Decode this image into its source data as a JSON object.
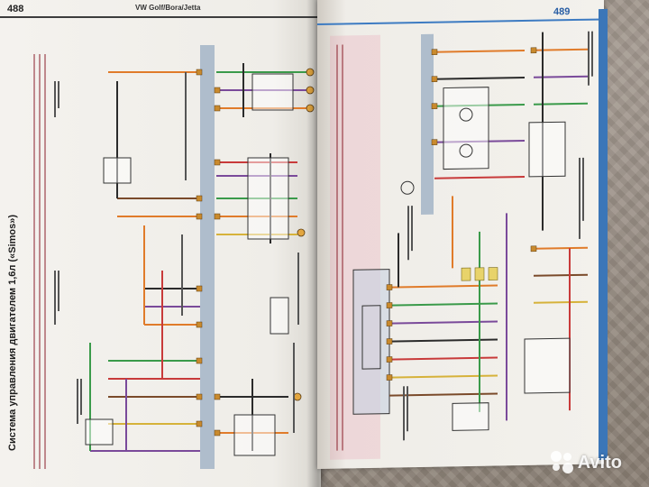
{
  "left_page": {
    "page_number": "488",
    "running_head": "VW Golf/Bora/Jetta",
    "title": "Система управления двигателем 1,6л («Simos»)"
  },
  "right_page": {
    "page_number": "489"
  },
  "watermark": {
    "brand": "Avito"
  },
  "colors": {
    "head_rule_left": "#3d3d3d",
    "head_rule_right": "#3d7bc2",
    "bus": "#9fb0c4",
    "wire_orange": "#e07b2a",
    "wire_black": "#2b2b2b",
    "wire_green": "#3a9a4a",
    "wire_brown": "#7a4a2a",
    "wire_violet": "#7a4a9a",
    "wire_red": "#c83a3a",
    "wire_yellow": "#d6b23a",
    "cover": "#3b76b8"
  }
}
